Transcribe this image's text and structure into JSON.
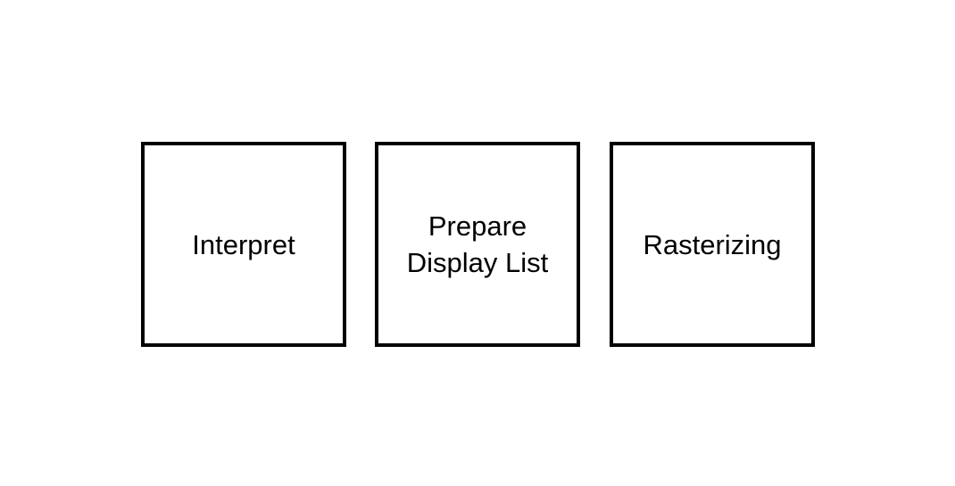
{
  "diagram": {
    "boxes": [
      {
        "label": "Interpret"
      },
      {
        "label": "Prepare\nDisplay List"
      },
      {
        "label": "Rasterizing"
      }
    ],
    "colors": {
      "border": "#000000",
      "text": "#000000",
      "background": "#ffffff"
    }
  }
}
